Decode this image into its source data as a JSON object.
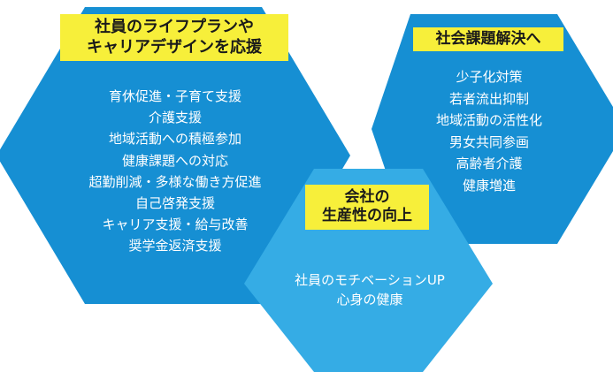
{
  "diagram": {
    "colors": {
      "left_hex": "#168fd3",
      "right_hex": "#168fd3",
      "center_hex": "#35ace5",
      "title_bg": "#f7ef3a",
      "item_text": "#ffffff"
    },
    "nodes": [
      {
        "id": "employee-life-plan",
        "title_lines": [
          "社員のライフプランや",
          "キャリアデザインを応援"
        ],
        "items": [
          "育休促進・子育て支援",
          "介護支援",
          "地域活動への積極参加",
          "健康課題への対応",
          "超勤削減・多様な働き方促進",
          "自己啓発支援",
          "キャリア支援・給与改善",
          "奨学金返済支援"
        ]
      },
      {
        "id": "social-issues",
        "title_lines": [
          "社会課題解決へ"
        ],
        "items": [
          "少子化対策",
          "若者流出抑制",
          "地域活動の活性化",
          "男女共同参画",
          "高齢者介護",
          "健康増進"
        ]
      },
      {
        "id": "productivity",
        "title_lines": [
          "会社の",
          "生産性の向上"
        ],
        "items": [
          "社員のモチベーションUP",
          "心身の健康"
        ]
      }
    ]
  }
}
